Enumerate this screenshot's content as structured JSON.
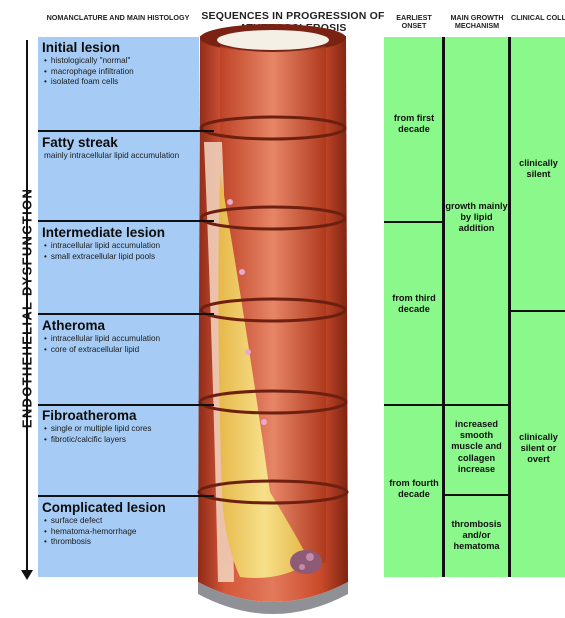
{
  "headers": {
    "nomenclature": "NOMANCLATURE AND MAIN HISTOLOGY",
    "sequences": "SEQUENCES IN PROGRESSION OF ATHEROSCLEROSIS",
    "onset": "EARLIEST ONSET",
    "growth": "MAIN GROWTH MECHANISM",
    "clinical": "CLINICAL COLLERATIO"
  },
  "side_label": "ENDOTHEHELIAL DYSFUNCTION",
  "stages": [
    {
      "title": "Initial lesion",
      "items": [
        "histologically \"normal\"",
        "macrophage infiltration",
        "isolated foam cells"
      ]
    },
    {
      "title": "Fatty streak",
      "note": "mainly intracellular lipid accumulation",
      "items": []
    },
    {
      "title": "Intermediate lesion",
      "items": [
        "intracellular lipid accumulation",
        "small extracellular lipid pools"
      ]
    },
    {
      "title": "Atheroma",
      "items": [
        "intracellular lipid accumulation",
        "core of extracellular lipid"
      ]
    },
    {
      "title": "Fibroatheroma",
      "items": [
        "single or multiple lipid cores",
        "fibrotic/calcific layers"
      ]
    },
    {
      "title": "Complicated lesion",
      "items": [
        "surface defect",
        "hematoma-hemorrhage",
        "thrombosis"
      ]
    }
  ],
  "onset": [
    "from first decade",
    "from third decade",
    "from fourth decade"
  ],
  "growth": [
    "growth mainly by lipid addition",
    "increased smooth muscle and collagen increase",
    "thrombosis and/or hematoma"
  ],
  "clinical": [
    "clinically silent",
    "clinically silent or overt"
  ],
  "colors": {
    "histology_panel": "#a6ccf5",
    "table_panel": "#8af88a",
    "vessel_wall": "#c94a2a",
    "lipid_core": "#f2d46a"
  }
}
